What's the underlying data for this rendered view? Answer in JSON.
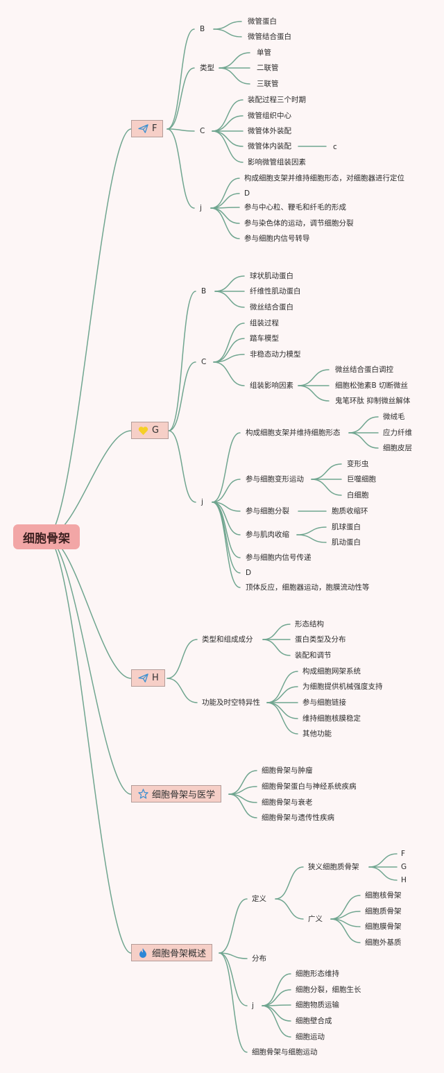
{
  "root": "细胞骨架",
  "branches": {
    "F": {
      "label": "F",
      "icon": "paper-plane-icon"
    },
    "G": {
      "label": "G",
      "icon": "heart-icon"
    },
    "H": {
      "label": "H",
      "icon": "paper-plane-icon"
    },
    "med": {
      "label": "细胞骨架与医学",
      "icon": "star-icon"
    },
    "ov": {
      "label": "细胞骨架概述",
      "icon": "flame-icon"
    }
  },
  "texts": {
    "f_b": "B",
    "f_b1": "微管蛋白",
    "f_b2": "微管结合蛋白",
    "f_type": "类型",
    "f_t1": "单管",
    "f_t2": "二联管",
    "f_t3": "三联管",
    "f_c": "C",
    "f_c1": "装配过程三个时期",
    "f_c2": "微管组织中心",
    "f_c3": "微管体外装配",
    "f_c4": "微管体内装配",
    "f_c4a": "c",
    "f_c5": "影响微管组装因素",
    "f_j": "j",
    "f_j1": "构成细胞支架并维持细胞形态，对细胞器进行定位",
    "f_j2": "D",
    "f_j3": "参与中心粒、鞭毛和纤毛的形成",
    "f_j4": "参与染色体的运动，调节细胞分裂",
    "f_j5": "参与细胞内信号转导",
    "g_b": "B",
    "g_b1": "球状肌动蛋白",
    "g_b2": "纤维性肌动蛋白",
    "g_b3": "微丝结合蛋白",
    "g_c": "C",
    "g_c1": "组装过程",
    "g_c2": "踏车模型",
    "g_c3": "非稳态动力模型",
    "g_c4": "组装影响因素",
    "g_c4a": "微丝结合蛋白调控",
    "g_c4b": "细胞松弛素B 切断微丝",
    "g_c4c": "鬼笔环肽 抑制微丝解体",
    "g_j": "j",
    "g_j1": "构成细胞支架并维持细胞形态",
    "g_j1a": "微绒毛",
    "g_j1b": "应力纤维",
    "g_j1c": "细胞皮层",
    "g_j2": "参与细胞变形运动",
    "g_j2a": "变形虫",
    "g_j2b": "巨噬细胞",
    "g_j2c": "白细胞",
    "g_j3": "参与细胞分裂",
    "g_j3a": "胞质收缩环",
    "g_j4": "参与肌肉收缩",
    "g_j4a": "肌球蛋白",
    "g_j4b": "肌动蛋白",
    "g_j5": "参与细胞内信号传递",
    "g_j6": "D",
    "g_j7": "顶体反应，细胞器运动，胞膜流动性等",
    "h_a": "类型和组成成分",
    "h_a1": "形态结构",
    "h_a2": "蛋白类型及分布",
    "h_a3": "装配和调节",
    "h_b": "功能及时空特异性",
    "h_b1": "构成细胞网架系统",
    "h_b2": "为细胞提供机械强度支持",
    "h_b3": "参与细胞链接",
    "h_b4": "维持细胞核膜稳定",
    "h_b5": "其他功能",
    "m1": "细胞骨架与肿瘤",
    "m2": "细胞骨架蛋白与神经系统疾病",
    "m3": "细胞骨架与衰老",
    "m4": "细胞骨架与遗传性疾病",
    "o_def": "定义",
    "o_n": "狭义细胞质骨架",
    "o_n1": "F",
    "o_n2": "G",
    "o_n3": "H",
    "o_w": "广义",
    "o_w1": "细胞核骨架",
    "o_w2": "细胞质骨架",
    "o_w3": "细胞膜骨架",
    "o_w4": "细胞外基质",
    "o_dist": "分布",
    "o_j": "j",
    "o_j1": "细胞形态维持",
    "o_j2": "细胞分裂，细胞生长",
    "o_j3": "细胞物质运输",
    "o_j4": "细胞壁合成",
    "o_j5": "细胞运动",
    "o_last": "细胞骨架与细胞运动"
  },
  "colors": {
    "link": "#6fa58f",
    "root_fill": "#f2a6a6",
    "branch_fill": "#f6cfc7",
    "background": "#fdf6f6"
  }
}
